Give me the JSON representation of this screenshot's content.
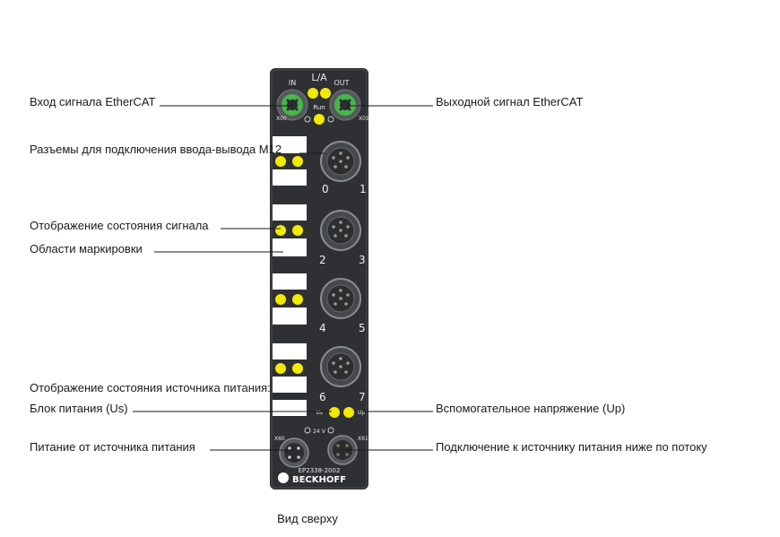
{
  "labels": {
    "ethercat_in": "Вход сигнала EtherCAT",
    "ethercat_out": "Выходной сигнал EtherCAT",
    "m12_connectors": "Разъемы для подключения ввода-вывода M12",
    "signal_status": "Отображение состояния сигнала",
    "marking_areas": "Области маркировки",
    "power_status": "Отображение состояния источника питания:",
    "power_supply_us": "Блок питания (Us)",
    "aux_voltage_up": "Вспомогательное напряжение (Uр)",
    "power_feed": "Питание от источника питания",
    "power_downstream": "Подключение к источнику питания ниже по потоку",
    "caption": "Вид сверху"
  },
  "device": {
    "header_la": "L/A",
    "port_in": "IN",
    "port_out": "OUT",
    "port_x00": "X00",
    "port_x01": "X01",
    "run": "Run",
    "channels": [
      "0",
      "1",
      "2",
      "3",
      "4",
      "5",
      "6",
      "7"
    ],
    "us_mark": "Us",
    "up_mark": "Up",
    "x60": "X60",
    "x61": "X61",
    "voltage": "24 V",
    "model": "EP2338-2002",
    "brand": "BECKHOFF"
  },
  "colors": {
    "housing": "#2e3033",
    "led_yellow": "#f2ea00",
    "ethercat_green": "#48b64a",
    "marking_white": "#ffffff"
  }
}
